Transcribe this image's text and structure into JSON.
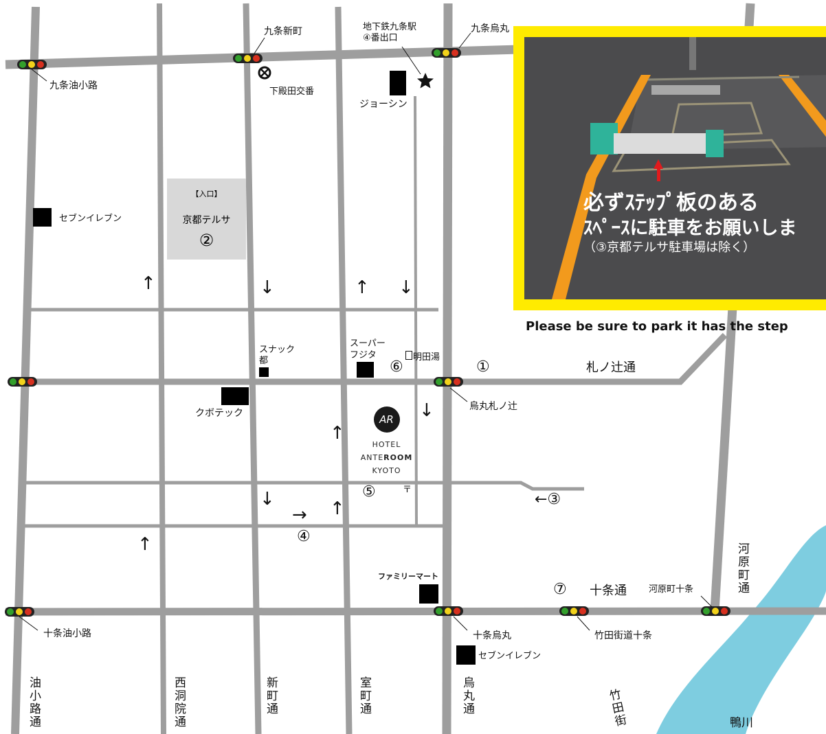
{
  "stations": {
    "kujo_shinmachi": "九条新町",
    "subway_exit_line1": "地下鉄九条駅",
    "subway_exit_line2": "④番出口",
    "kujo_karasuma": "九条烏丸",
    "kujo_aburakoji": "九条油小路",
    "koban": "下殿田交番",
    "joshin": "ジョーシン",
    "seven_eleven_west": "セブンイレブン",
    "telsa_entrance": "【入口】",
    "telsa_name": "京都テルサ",
    "telsa_number": "②",
    "snack_line1": "スナック",
    "snack_line2": "都",
    "super_line1": "スーパー",
    "super_line2": "フジタ",
    "akita_yu": "明田湯",
    "num6": "⑥",
    "num1": "①",
    "fudanotsuji_dori": "札ノ辻通",
    "karasuma_fudanotsuji": "烏丸札ノ辻",
    "kubotekku": "クボテック",
    "num5": "⑤",
    "post_mark": "〒",
    "num3_arrow": "←③",
    "num4": "④",
    "right_arrow": "→",
    "family_mart": "ファミリーマート",
    "num7": "⑦",
    "jujo_dori": "十条通",
    "kawaramachi_jujo": "河原町十条",
    "jujo_aburakoji": "十条油小路",
    "jujo_karasuma": "十条烏丸",
    "takeda_kaido_jujo": "竹田街道十条",
    "seven_eleven_south": "セブンイレブン",
    "kamogawa": "鴨川"
  },
  "streets_vertical": {
    "aburakoji": "油小路通",
    "nishinotoin": "西洞院通",
    "shinmachi": "新町通",
    "muromachi": "室町通",
    "karasuma": "烏丸通",
    "takeda": "竹田街",
    "kawaramachi": "河原町通"
  },
  "hotel": {
    "logo": "AR",
    "line1": "HOTEL",
    "line2_a": "ANTE",
    "line2_b": "ROOM",
    "line3": "KYOTO"
  },
  "arrows": {
    "up": "↑",
    "down": "↓"
  },
  "photo": {
    "caption_line1": "必ずｽﾃｯﾌﾟ板のある",
    "caption_line2": "ｽﾍﾟｰｽに駐車をお願いしま",
    "caption_line3": "（③京都テルサ駐車場は除く）",
    "caption_english": "Please be sure to park it has the step"
  },
  "colors": {
    "road": "#9e9e9e",
    "river": "#7ecde0",
    "photo_border": "#ffeb00",
    "signal_green": "#33a02c",
    "signal_yellow": "#f2d21b",
    "signal_red": "#d7301f",
    "parking_line": "#f29a1d"
  }
}
